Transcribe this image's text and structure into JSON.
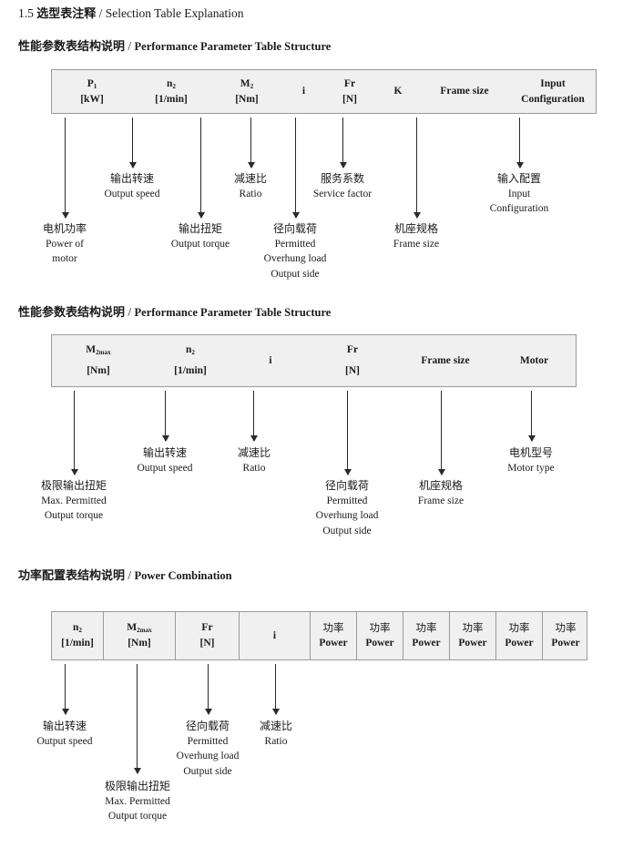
{
  "page": {
    "headings": {
      "main": {
        "num": "1.5",
        "cn": "选型表注释",
        "sep": "/",
        "en": "Selection Table Explanation"
      },
      "section1": {
        "cn": "性能参数表结构说明",
        "sep": "/",
        "en": "Performance Parameter Table Structure"
      },
      "section2": {
        "cn": "性能参数表结构说明",
        "sep": "/",
        "en": "Performance Parameter Table Structure"
      },
      "section3": {
        "cn": "功率配置表结构说明",
        "sep": "/",
        "en": "Power Combination"
      }
    }
  },
  "table1": {
    "columns": [
      {
        "symbol": "P",
        "sub": "1",
        "unit": "[kW]"
      },
      {
        "symbol": "n",
        "sub": "2",
        "unit": "[1/min]"
      },
      {
        "symbol": "M",
        "sub": "2",
        "unit": "[Nm]"
      },
      {
        "symbol": "i",
        "sub": "",
        "unit": ""
      },
      {
        "symbol": "Fr",
        "sub": "",
        "unit": "[N]"
      },
      {
        "symbol": "K",
        "sub": "",
        "unit": ""
      },
      {
        "symbol": "Frame size",
        "sub": "",
        "unit": ""
      },
      {
        "symbol": "Input",
        "sub": "",
        "unit": "Configuration"
      }
    ],
    "annotations": [
      {
        "cn": "电机功率",
        "en1": "Power of",
        "en2": "motor",
        "en3": ""
      },
      {
        "cn": "输出转速",
        "en1": "Output speed",
        "en2": "",
        "en3": ""
      },
      {
        "cn": "输出扭矩",
        "en1": "Output torque",
        "en2": "",
        "en3": ""
      },
      {
        "cn": "减速比",
        "en1": "Ratio",
        "en2": "",
        "en3": ""
      },
      {
        "cn": "径向载荷",
        "en1": "Permitted",
        "en2": "Overhung load",
        "en3": "Output side"
      },
      {
        "cn": "服务系数",
        "en1": "Service factor",
        "en2": "",
        "en3": ""
      },
      {
        "cn": "机座规格",
        "en1": "Frame size",
        "en2": "",
        "en3": ""
      },
      {
        "cn": "输入配置",
        "en1": "Input",
        "en2": "Configuration",
        "en3": ""
      }
    ]
  },
  "table2": {
    "columns": [
      {
        "symbol": "M",
        "sub": "2max",
        "unit": "[Nm]"
      },
      {
        "symbol": "n",
        "sub": "2",
        "unit": "[1/min]"
      },
      {
        "symbol": "i",
        "sub": "",
        "unit": ""
      },
      {
        "symbol": "Fr",
        "sub": "",
        "unit": "[N]"
      },
      {
        "symbol": "Frame size",
        "sub": "",
        "unit": ""
      },
      {
        "symbol": "Motor",
        "sub": "",
        "unit": ""
      }
    ],
    "annotations": [
      {
        "cn": "极限输出扭矩",
        "en1": "Max. Permitted",
        "en2": "Output  torque",
        "en3": ""
      },
      {
        "cn": "输出转速",
        "en1": "Output speed",
        "en2": "",
        "en3": ""
      },
      {
        "cn": "减速比",
        "en1": "Ratio",
        "en2": "",
        "en3": ""
      },
      {
        "cn": "径向载荷",
        "en1": "Permitted",
        "en2": "Overhung load",
        "en3": "Output side"
      },
      {
        "cn": "机座规格",
        "en1": "Frame size",
        "en2": "",
        "en3": ""
      },
      {
        "cn": "电机型号",
        "en1": "Motor type",
        "en2": "",
        "en3": ""
      }
    ]
  },
  "table3": {
    "columns": [
      {
        "symbol": "n",
        "sub": "2",
        "unit": "[1/min]"
      },
      {
        "symbol": "M",
        "sub": "2max",
        "unit": "[Nm]"
      },
      {
        "symbol": "Fr",
        "sub": "",
        "unit": "[N]"
      },
      {
        "symbol": "i",
        "sub": "",
        "unit": ""
      },
      {
        "symbol": "功率",
        "sub": "",
        "unit": "Power"
      },
      {
        "symbol": "功率",
        "sub": "",
        "unit": "Power"
      },
      {
        "symbol": "功率",
        "sub": "",
        "unit": "Power"
      },
      {
        "symbol": "功率",
        "sub": "",
        "unit": "Power"
      },
      {
        "symbol": "功率",
        "sub": "",
        "unit": "Power"
      },
      {
        "symbol": "功率",
        "sub": "",
        "unit": "Power"
      }
    ],
    "annotations": [
      {
        "cn": "输出转速",
        "en1": "Output speed",
        "en2": "",
        "en3": ""
      },
      {
        "cn": "极限输出扭矩",
        "en1": "Max. Permitted",
        "en2": "Output  torque",
        "en3": ""
      },
      {
        "cn": "径向载荷",
        "en1": "Permitted",
        "en2": "Overhung load",
        "en3": "Output side"
      },
      {
        "cn": "减速比",
        "en1": "Ratio",
        "en2": "",
        "en3": ""
      }
    ]
  }
}
